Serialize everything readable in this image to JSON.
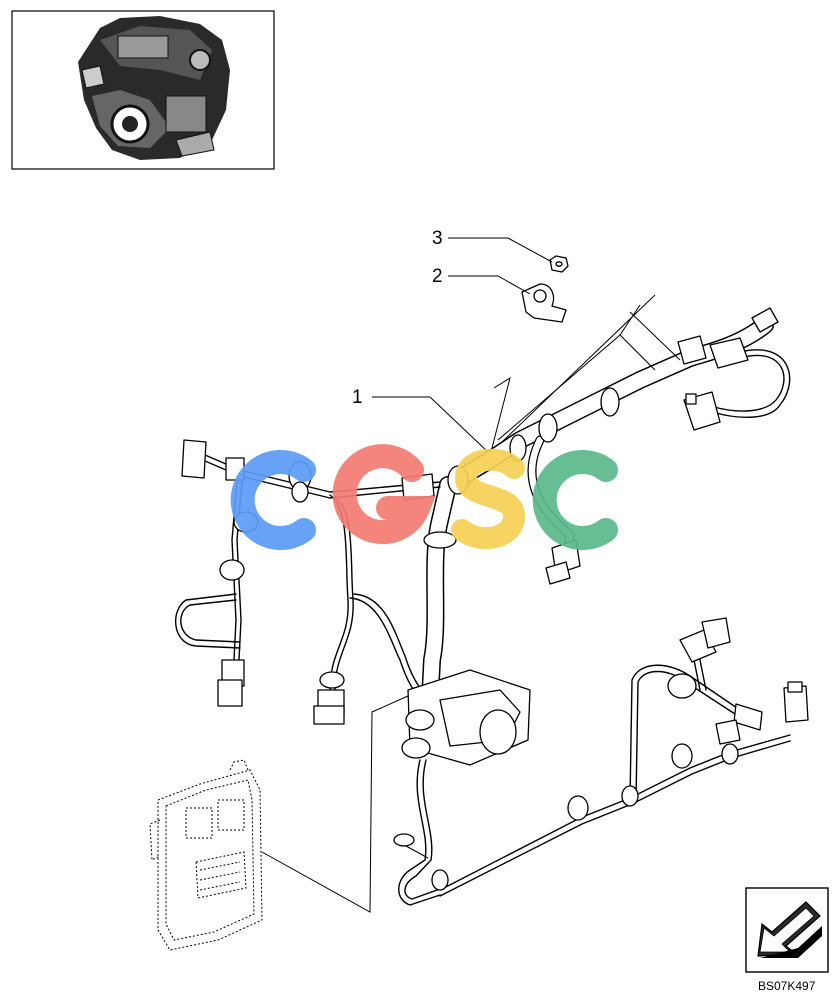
{
  "diagram": {
    "callouts": [
      {
        "number": "1"
      },
      {
        "number": "2"
      },
      {
        "number": "3"
      }
    ],
    "drawing_code": "BS07K497",
    "watermark": {
      "text": "CGSC",
      "letter_colors": [
        "#5b9bf7",
        "#f47b73",
        "#f7d154",
        "#5bb98a"
      ]
    },
    "icons": {
      "thumbnail": "engine-thumbnail-icon",
      "nav": "arrow-nav-icon"
    }
  }
}
